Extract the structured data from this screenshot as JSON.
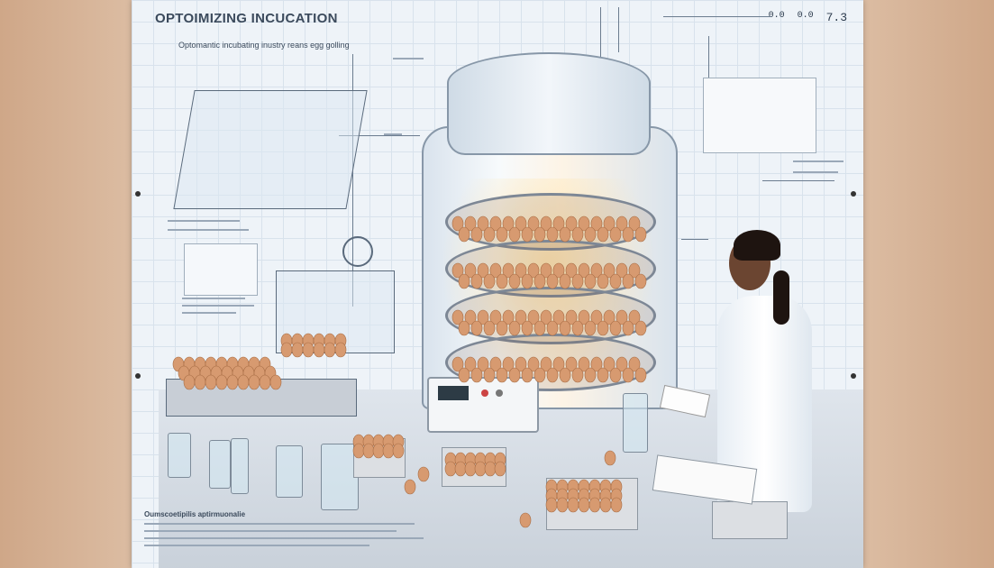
{
  "poster": {
    "title": "OPTOIMIZING INCUCATION",
    "subtitle": "Optomantic incubating inustry reans egg golling",
    "caption_heading": "Oumscoetipilis aptirmuonalie",
    "readouts": [
      "0.0",
      "0.0",
      "7.3"
    ]
  },
  "icons": [
    "gear-icon",
    "pin-icon",
    "flask-icon",
    "egg-icon",
    "clipboard-icon"
  ],
  "colors": {
    "sheet_background": "#eef3f8",
    "wall": "#d9b89c",
    "egg": "#cf9266",
    "lab_coat": "#ffffff"
  }
}
